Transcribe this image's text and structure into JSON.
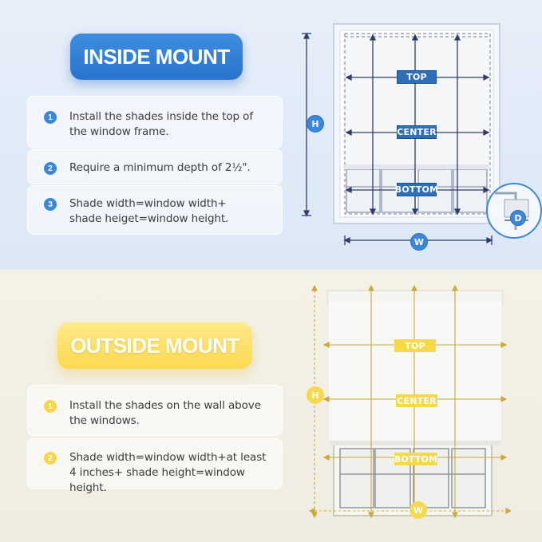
{
  "inside": {
    "title": "INSIDE MOUNT",
    "steps": [
      {
        "num": "1",
        "text": "Install the shades inside the top of the window frame."
      },
      {
        "num": "2",
        "text": "Require a minimum depth of 2½\"."
      },
      {
        "num": "3",
        "text": "Shade width=window width+ shade heiget=window height."
      }
    ],
    "labels": {
      "top": "TOP",
      "center": "CENTER",
      "bottom": "BOTTOM",
      "h": "H",
      "w": "W",
      "d": "D"
    },
    "accent": "#2f6fb8"
  },
  "outside": {
    "title": "OUTSIDE MOUNT",
    "steps": [
      {
        "num": "1",
        "text": "Install the shades on the wall above the windows."
      },
      {
        "num": "2",
        "text": "Shade width=window width+at least 4 inches+ shade height=window height."
      }
    ],
    "labels": {
      "top": "TOP",
      "center": "CENTER",
      "bottom": "BOTTOM",
      "h": "H",
      "w": "W"
    },
    "accent": "#f6d84c"
  }
}
